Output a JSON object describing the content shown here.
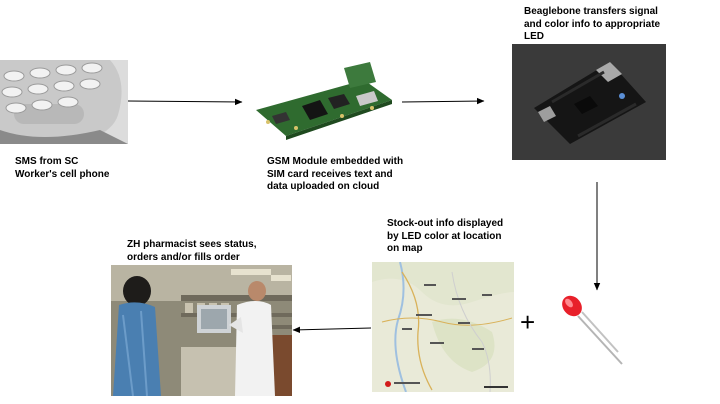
{
  "nodes": {
    "sms": {
      "label": "SMS from SC\nWorker's cell phone",
      "image": "cell-phone-photo"
    },
    "gsm": {
      "label": "GSM Module embedded with\nSIM card receives text and\ndata uploaded on cloud",
      "image": "gsm-module-board-photo"
    },
    "beaglebone": {
      "label": "Beaglebone transfers signal\nand color info to appropriate\nLED",
      "image": "beaglebone-board-photo"
    },
    "led": {
      "image": "red-led-photo"
    },
    "map": {
      "label": "Stock-out info displayed\nby LED color at location\non map",
      "image": "region-map"
    },
    "pharmacist": {
      "label": "ZH pharmacist sees status,\norders and/or fills order",
      "image": "pharmacy-photo"
    }
  },
  "plus_symbol": "+",
  "colors": {
    "arrow": "#000000",
    "led_red": "#e8202a",
    "map_land": "#e9ead8",
    "map_marker": "#d21b1b"
  }
}
